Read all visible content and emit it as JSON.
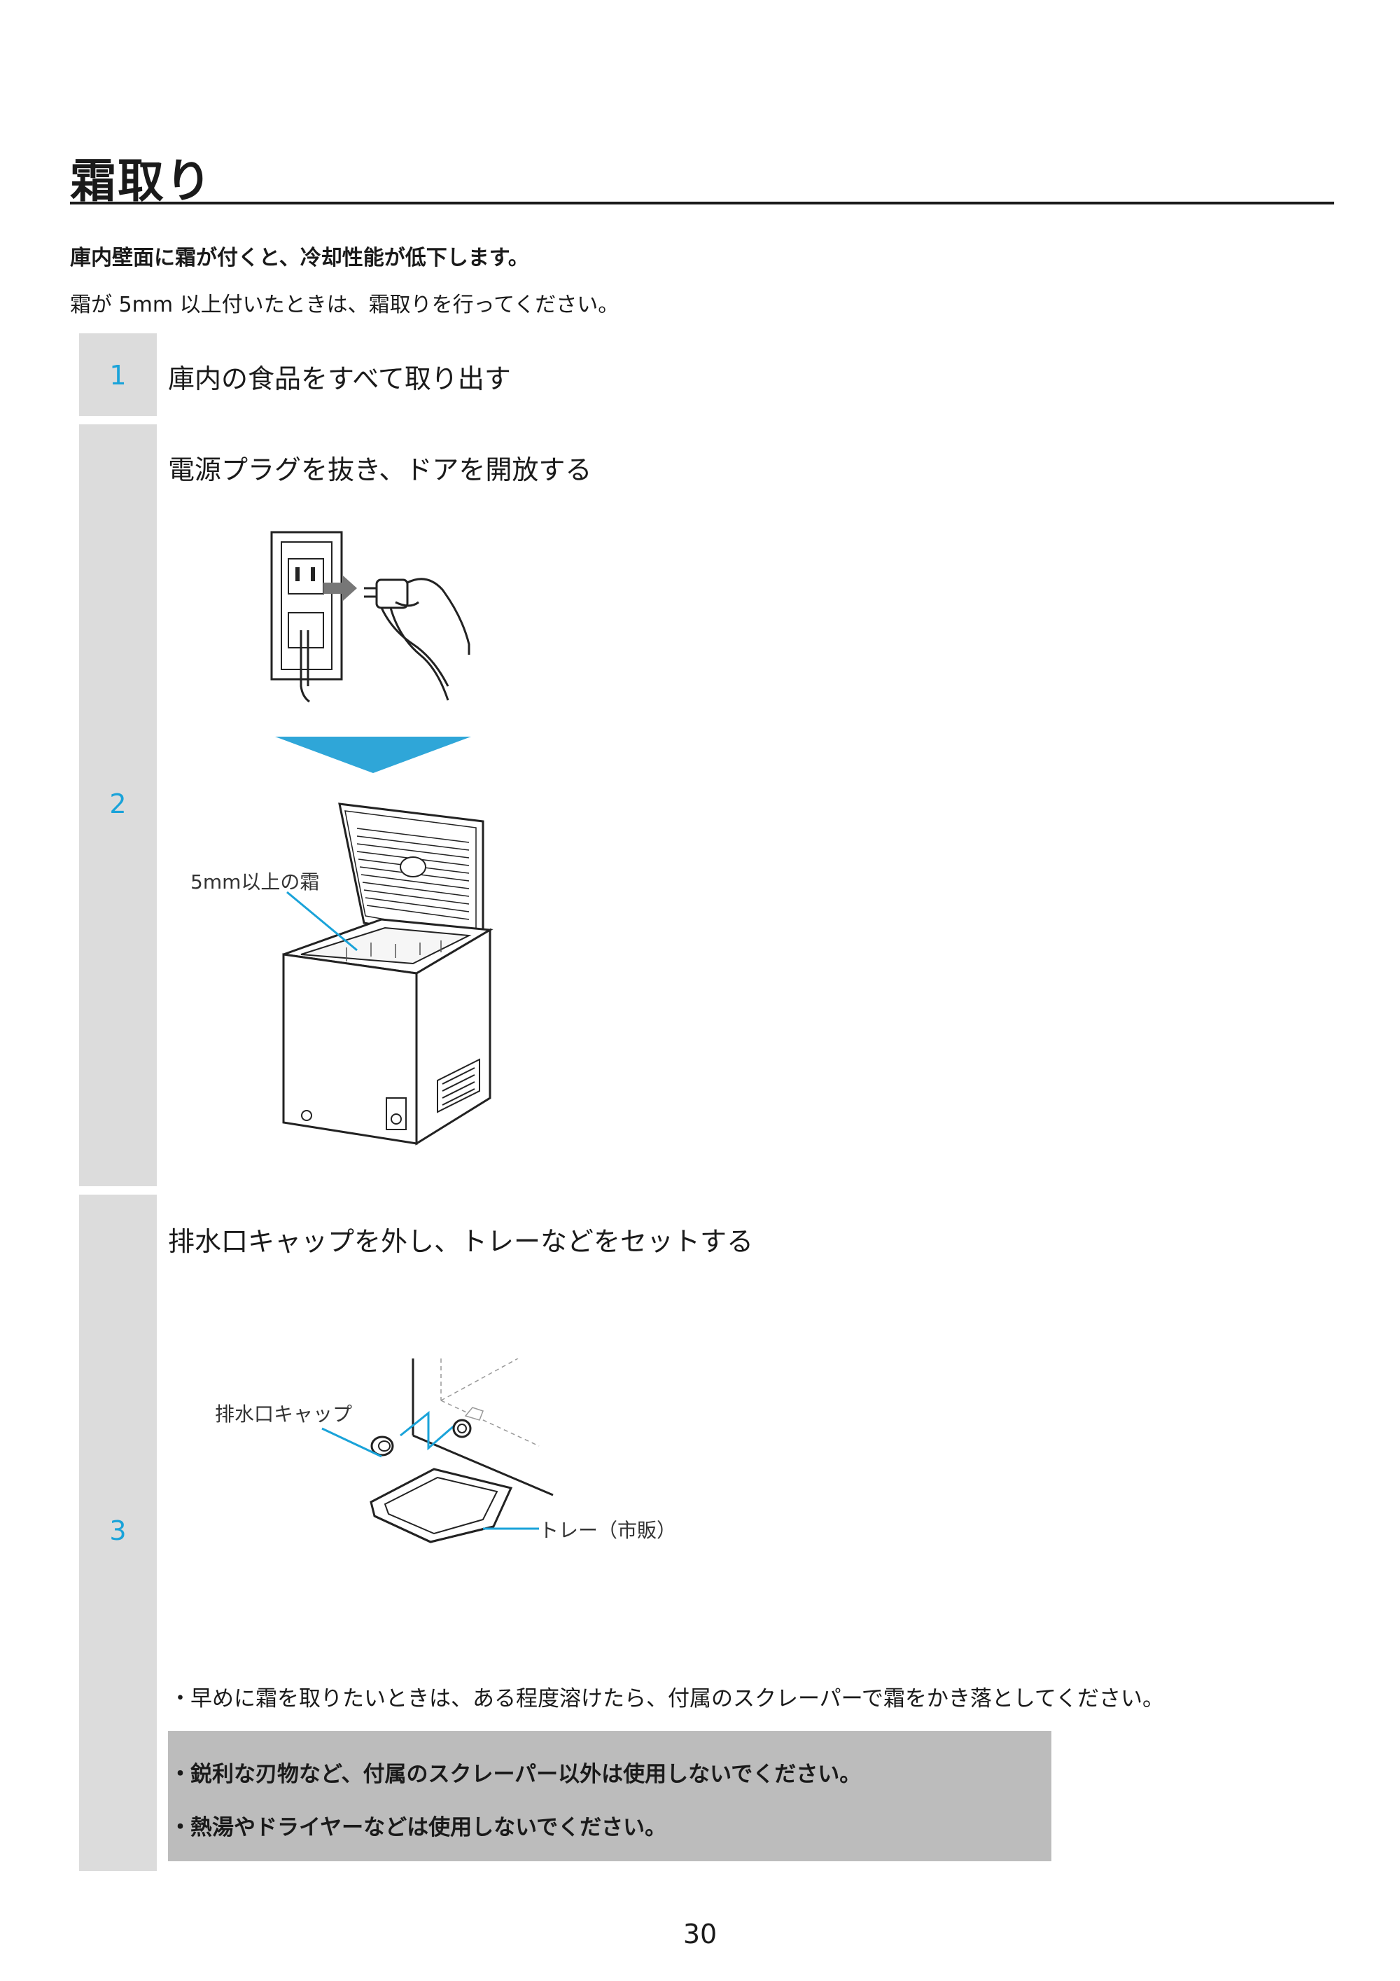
{
  "page": {
    "title": "霜取り",
    "intro_bold": "庫内壁面に霜が付くと、冷却性能が低下します。",
    "intro": "霜が 5mm 以上付いたときは、霜取りを行ってください。",
    "page_number": "30"
  },
  "steps": [
    {
      "number": "1",
      "text": "庫内の食品をすべて取り出す"
    },
    {
      "number": "2",
      "text": "電源プラグを抜き、ドアを開放する",
      "label_frost": "5mm以上の霜"
    },
    {
      "number": "3",
      "text": "排水口キャップを外し、トレーなどをセットする",
      "label_cap": "排水口キャップ",
      "label_tray": "トレー（市販）"
    }
  ],
  "notes": {
    "tip": "早めに霜を取りたいときは、ある程度溶けたら、付属のスクレーパーで霜をかき落としてください。",
    "warnings": [
      "鋭利な刃物など、付属のスクレーパー以外は使用しないでください。",
      "熱湯やドライヤーなどは使用しないでください。"
    ]
  },
  "colors": {
    "accent": "#1aa3d9",
    "step_bg": "#dcdcdc",
    "warn_bg": "#bcbcbc"
  }
}
